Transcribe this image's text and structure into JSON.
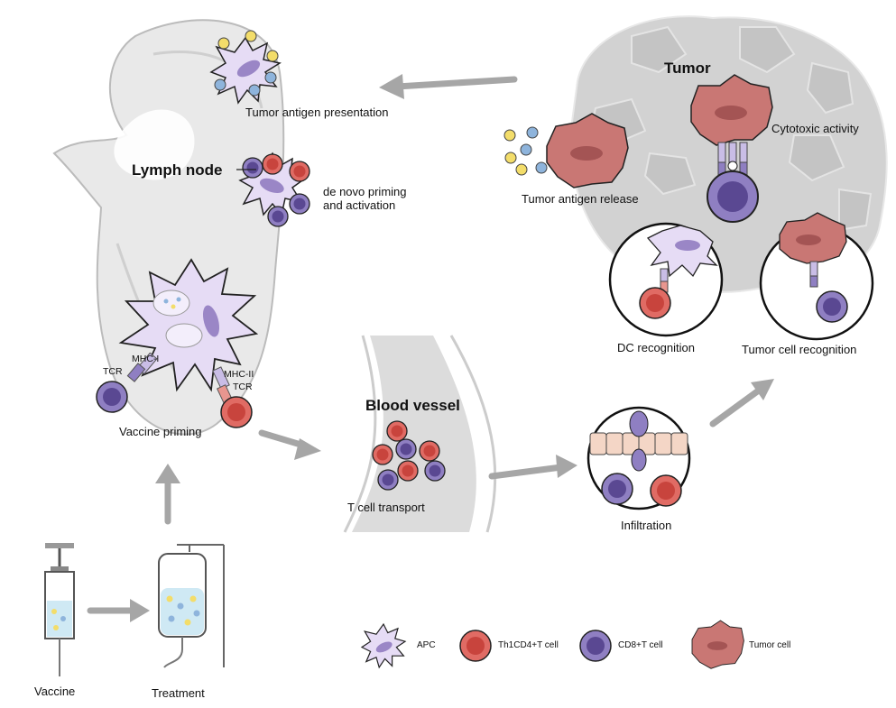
{
  "labels": {
    "lymph_node": "Lymph node",
    "tumor_antigen_presentation": "Tumor antigen presentation",
    "de_novo_priming": "de novo priming\nand activation",
    "mhc_i": "MHC-I",
    "mhc_ii": "MHC-II",
    "tcr_left": "TCR",
    "tcr_right": "TCR",
    "vaccine_priming": "Vaccine priming",
    "blood_vessel": "Blood vessel",
    "t_cell_transport": "T cell transport",
    "tumor": "Tumor",
    "cytotoxic_activity": "Cytotoxic activity",
    "tumor_antigen_release": "Tumor antigen release",
    "dc_recognition": "DC recognition",
    "tumor_cell_recognition": "Tumor cell recognition",
    "infiltration": "Infiltration",
    "vaccine": "Vaccine",
    "treatment": "Treatment"
  },
  "legend": [
    {
      "label": "APC",
      "icon": "apc-icon"
    },
    {
      "label": "Th1CD4+T cell",
      "icon": "cd4-t-cell-icon"
    },
    {
      "label": "CD8+T cell",
      "icon": "cd8-t-cell-icon"
    },
    {
      "label": "Tumor cell",
      "icon": "tumor-cell-icon"
    }
  ],
  "colors": {
    "apc_fill": "#e6dcf5",
    "apc_nucleus": "#9a86c6",
    "cd4_outer": "#e06b64",
    "cd4_inner": "#c8443d",
    "cd8_outer": "#8f7fc2",
    "cd8_inner": "#5a4892",
    "tumor_fill": "#c97774",
    "tumor_nucleus": "#a45454",
    "arrow": "#a6a6a6",
    "lymph_fill": "#e8e8e8",
    "tumor_bg": "#d2d2d2",
    "vessel": "#dcdcdc",
    "antigen_yellow": "#f3dd6a",
    "antigen_blue": "#8eb4dc"
  }
}
